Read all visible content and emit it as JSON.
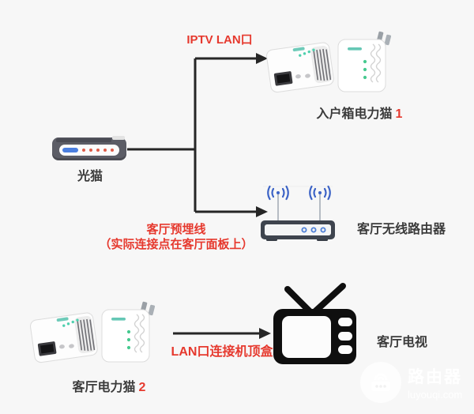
{
  "colors": {
    "background": "#f7f7f7",
    "accent_red": "#e6392e",
    "line_black": "#262626",
    "label_text": "#3b3b3b",
    "router_body": "#3e444e",
    "wifi_blue": "#3c63c6",
    "led_teal": "#45c9a4"
  },
  "annotations": {
    "iptv_lan": "IPTV LAN口",
    "preembed_line1": "客厅预埋线",
    "preembed_line2": "（实际连接点在客厅面板上）",
    "lan_to_stb": "LAN口连接机顶盒"
  },
  "devices": {
    "modem": {
      "label": "光猫"
    },
    "adapter1": {
      "label": "入户箱电力猫",
      "number": "1"
    },
    "router": {
      "label": "客厅无线路由器"
    },
    "adapter2": {
      "label": "客厅电力猫",
      "number": "2"
    },
    "tv": {
      "label": "客厅电视"
    }
  },
  "watermark": {
    "brand": "路由器",
    "site": "luyouqi.com"
  }
}
